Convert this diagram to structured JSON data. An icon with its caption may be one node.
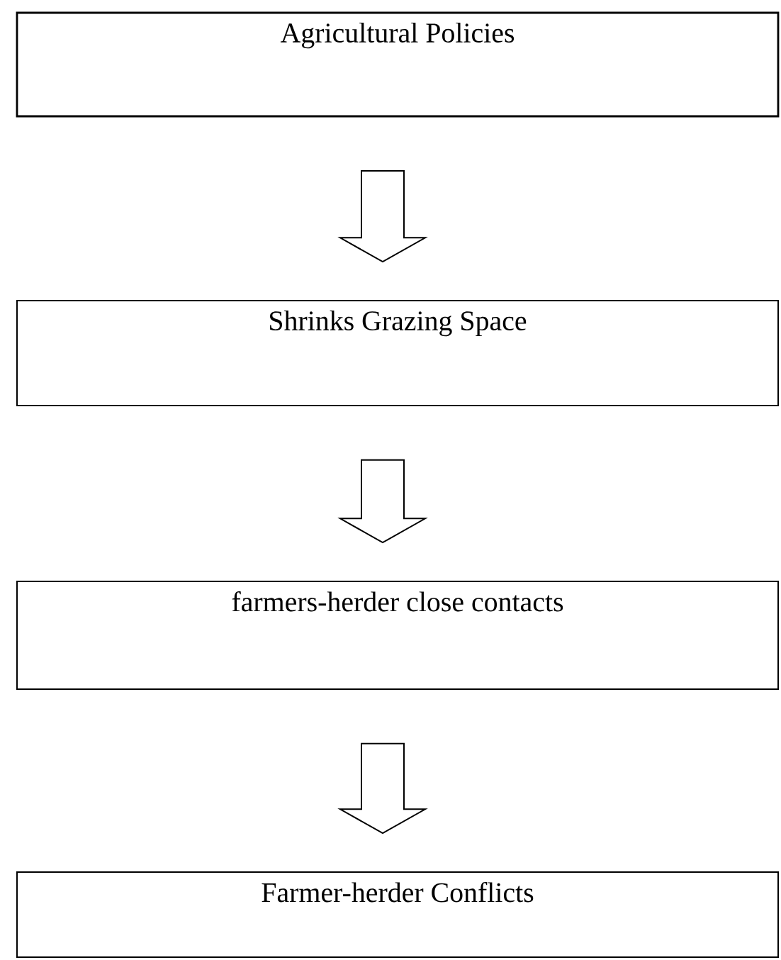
{
  "diagram": {
    "nodes": [
      {
        "text": [
          "Agricultural Policies"
        ]
      },
      {
        "text": [
          "Shrinks Grazing Space"
        ]
      },
      {
        "text": [
          "farmers-herder close contacts"
        ]
      },
      {
        "text": [
          "Farmer-herder Conflicts"
        ]
      }
    ],
    "edges": [
      {
        "from": 0,
        "to": 1,
        "arrow": "to"
      },
      {
        "from": 1,
        "to": 2,
        "arrow": "to"
      },
      {
        "from": 2,
        "to": 3,
        "arrow": "to"
      }
    ]
  }
}
